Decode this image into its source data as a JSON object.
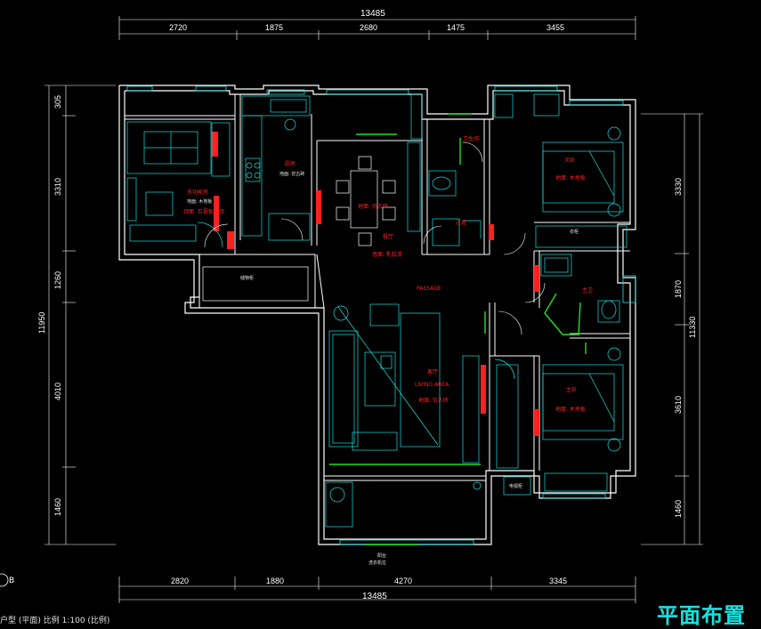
{
  "title": "平面布置",
  "subtitle": "户型 (平面) 比例 1:100 (比例)",
  "axis_marker": "B",
  "dimensions": {
    "top_total": "13485",
    "top": [
      "2720",
      "1875",
      "2680",
      "1475",
      "3455"
    ],
    "bottom_total": "13485",
    "bottom": [
      "2820",
      "1880",
      "4270",
      "3345"
    ],
    "left_total": "11950",
    "left": [
      "305",
      "3310",
      "1260",
      "4010",
      "1460"
    ],
    "right_total": "11330",
    "right": [
      "3330",
      "1870",
      "3610",
      "1460"
    ]
  },
  "rooms": {
    "study": "多功能房",
    "kitchen": "厨房",
    "dining": "餐厅",
    "living": "客厅",
    "living_en": "LIVING AREA",
    "bath_small": "卫生间",
    "bedroom_2": "次卧",
    "bath_master": "主卫",
    "bedroom_master": "主卧",
    "passage": "过道",
    "corridor_en": "PASSAGE",
    "laundry": "洗衣机位",
    "balcony": "阳台"
  },
  "notes": {
    "floor_a": "地面: 仿古砖",
    "floor_b": "地面: 木地板",
    "ceiling": "顶面: 石膏板吊顶",
    "wall": "墙面: 乳胶漆",
    "wardrobe": "衣柜",
    "cabinet": "储物柜",
    "tv": "电视柜"
  },
  "colors": {
    "wall": "#ffffff",
    "furniture": "#19e0e0",
    "label": "#ff2020",
    "accent_green": "#1ee01e"
  }
}
